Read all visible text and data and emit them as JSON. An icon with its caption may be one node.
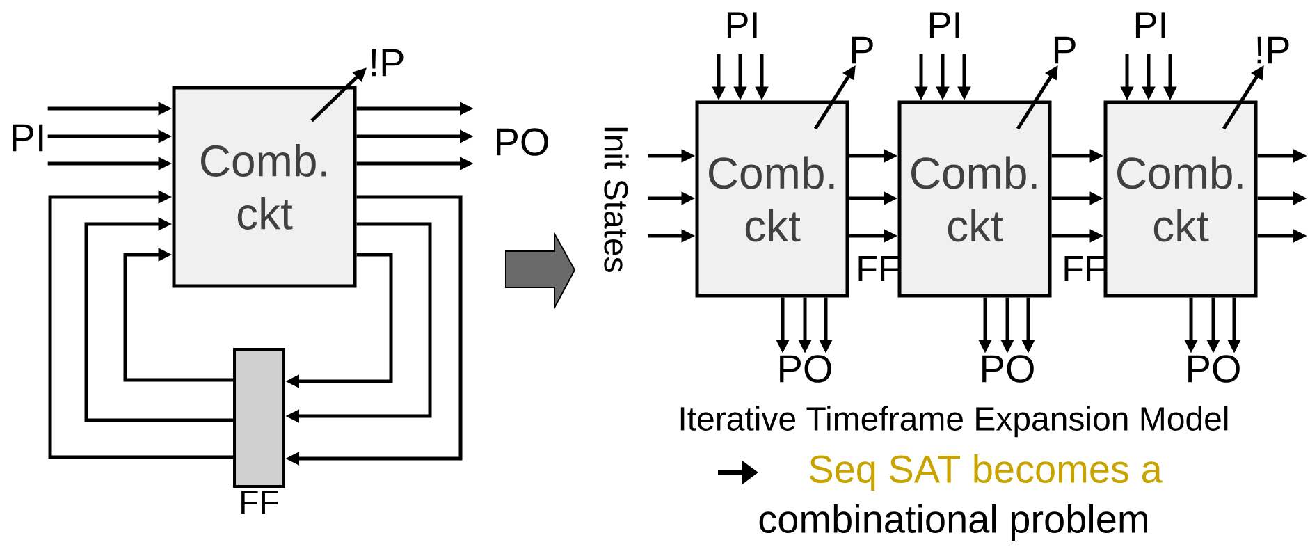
{
  "diagram": {
    "nodes": [
      {
        "text": [
          "Comb. ckt"
        ]
      },
      {
        "text": [
          "FF"
        ]
      },
      {
        "text": [
          "Comb. ckt"
        ]
      },
      {
        "text": [
          "Comb. ckt"
        ]
      },
      {
        "text": [
          "Comb. ckt"
        ]
      },
      {
        "text": [
          "!P"
        ]
      },
      {
        "text": [
          "P"
        ]
      },
      {
        "text": [
          "P"
        ]
      },
      {
        "text": [
          "!P"
        ]
      },
      {
        "text": [
          "PO"
        ]
      },
      {
        "text": [
          "PO"
        ]
      },
      {
        "text": [
          "PO"
        ]
      },
      {
        "text": [
          "PI"
        ]
      }
    ],
    "edges": [
      {
        "from": 12,
        "to": 0,
        "arrow": "to"
      },
      {
        "from": 12,
        "to": 0,
        "arrow": "to"
      },
      {
        "from": 12,
        "to": 0,
        "arrow": "to"
      },
      {
        "from": 0,
        "to": null,
        "arrow": "to"
      },
      {
        "from": 0,
        "to": null,
        "arrow": "to"
      },
      {
        "from": 0,
        "to": null,
        "arrow": "to"
      },
      {
        "from": 0,
        "to": 5,
        "arrow": "to"
      },
      {
        "from": 0,
        "to": 1,
        "arrow": "to"
      },
      {
        "from": 0,
        "to": 1,
        "arrow": "to"
      },
      {
        "from": 0,
        "to": 1,
        "arrow": "to"
      },
      {
        "from": 1,
        "to": 0,
        "arrow": "to"
      },
      {
        "from": 1,
        "to": 0,
        "arrow": "to"
      },
      {
        "from": 1,
        "to": 0,
        "arrow": "to"
      },
      {
        "from": null,
        "to": 2,
        "arrow": "to"
      },
      {
        "from": null,
        "to": 2,
        "arrow": "to"
      },
      {
        "from": null,
        "to": 2,
        "arrow": "to"
      },
      {
        "from": null,
        "to": 2,
        "arrow": "to"
      },
      {
        "from": null,
        "to": 2,
        "arrow": "to"
      },
      {
        "from": null,
        "to": 2,
        "arrow": "to"
      },
      {
        "from": 2,
        "to": 6,
        "arrow": "to"
      },
      {
        "from": 2,
        "to": 9,
        "arrow": "to"
      },
      {
        "from": 2,
        "to": 9,
        "arrow": "to"
      },
      {
        "from": 2,
        "to": 9,
        "arrow": "to"
      },
      {
        "from": 2,
        "to": 3,
        "arrow": "to"
      },
      {
        "from": 2,
        "to": 3,
        "arrow": "to"
      },
      {
        "from": 2,
        "to": 3,
        "arrow": "to"
      },
      {
        "from": null,
        "to": 3,
        "arrow": "to"
      },
      {
        "from": null,
        "to": 3,
        "arrow": "to"
      },
      {
        "from": null,
        "to": 3,
        "arrow": "to"
      },
      {
        "from": 3,
        "to": 7,
        "arrow": "to"
      },
      {
        "from": 3,
        "to": 10,
        "arrow": "to"
      },
      {
        "from": 3,
        "to": 10,
        "arrow": "to"
      },
      {
        "from": 3,
        "to": 10,
        "arrow": "to"
      },
      {
        "from": 3,
        "to": 4,
        "arrow": "to"
      },
      {
        "from": 3,
        "to": 4,
        "arrow": "to"
      },
      {
        "from": 3,
        "to": 4,
        "arrow": "to"
      },
      {
        "from": null,
        "to": 4,
        "arrow": "to"
      },
      {
        "from": null,
        "to": 4,
        "arrow": "to"
      },
      {
        "from": null,
        "to": 4,
        "arrow": "to"
      },
      {
        "from": 4,
        "to": 8,
        "arrow": "to"
      },
      {
        "from": 4,
        "to": 11,
        "arrow": "to"
      },
      {
        "from": 4,
        "to": 11,
        "arrow": "to"
      },
      {
        "from": 4,
        "to": 11,
        "arrow": "to"
      },
      {
        "from": 4,
        "to": null,
        "arrow": "to"
      },
      {
        "from": 4,
        "to": null,
        "arrow": "to"
      },
      {
        "from": 4,
        "to": null,
        "arrow": "to"
      }
    ],
    "labels": [
      "PO",
      "PI",
      "PI",
      "PI",
      "Init States",
      "FF",
      "FF",
      "Iterative Timeframe Expansion Model",
      "Seq SAT becomes a",
      "combinational problem"
    ]
  }
}
